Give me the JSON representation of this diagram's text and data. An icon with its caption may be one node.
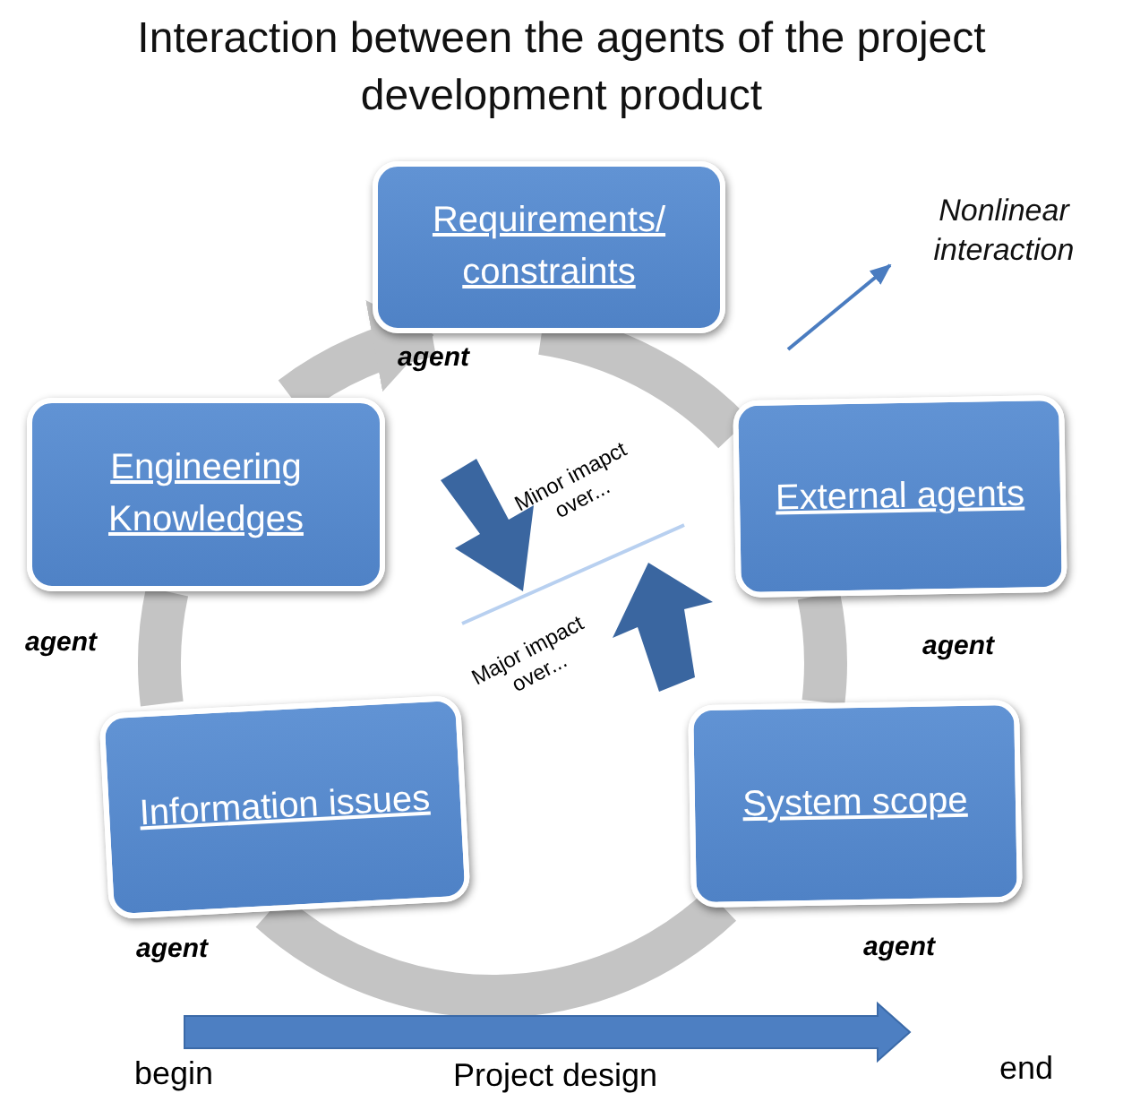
{
  "diagram": {
    "title": "Interaction between the agents of the project development product",
    "nodes": [
      {
        "text": [
          "Requirements/ constraints"
        ],
        "beside": [
          "agent"
        ]
      },
      {
        "text": [
          "Engineering Knowledges"
        ],
        "beside": [
          "agent"
        ]
      },
      {
        "text": [
          "External agents"
        ],
        "beside": [
          "agent"
        ]
      },
      {
        "text": [
          "Information issues"
        ],
        "beside": [
          "agent"
        ]
      },
      {
        "text": [
          "System scope"
        ],
        "beside": [
          "agent"
        ]
      },
      {
        "text": [
          "Nonlinear interaction"
        ]
      }
    ],
    "edges": [
      {
        "from": 1,
        "to": 0,
        "arrow": "to"
      },
      {
        "from": 0,
        "to": 2,
        "arrow": "none"
      },
      {
        "from": 2,
        "to": 4,
        "arrow": "none"
      },
      {
        "from": 4,
        "to": 3,
        "arrow": "none"
      },
      {
        "from": 3,
        "to": 1,
        "arrow": "none"
      },
      {
        "from": null,
        "to": 5,
        "arrow": "to",
        "color": "#4a7cc0"
      }
    ],
    "labels": [
      "Minor imapct over...",
      "Major impact over...",
      "Project design",
      "begin",
      "end"
    ]
  }
}
